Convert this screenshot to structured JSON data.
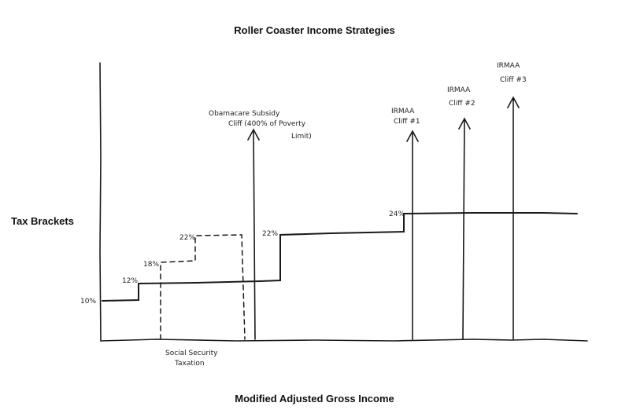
{
  "title": "Roller Coaster Income Strategies",
  "y_axis_label": "Tax Brackets",
  "x_axis_label": "Modified Adjusted Gross Income",
  "brackets_solid": [
    {
      "label": "10%"
    },
    {
      "label": "12%"
    },
    {
      "label": "22%"
    },
    {
      "label": "24%"
    }
  ],
  "brackets_dashed": [
    {
      "label": "18%"
    },
    {
      "label": "22%"
    }
  ],
  "dashed_region_label": [
    "Social Security",
    "Taxation"
  ],
  "cliffs": [
    {
      "lines": [
        "Obamacare Subsidy",
        "Cliff  (400% of Poverty",
        "Limit)"
      ]
    },
    {
      "lines": [
        "IRMAA",
        "Cliff #1"
      ]
    },
    {
      "lines": [
        "IRMAA",
        "Cliff #2"
      ]
    },
    {
      "lines": [
        "IRMAA",
        "Cliff #3"
      ]
    }
  ],
  "colors": {
    "ink": "#1a1a1a"
  }
}
